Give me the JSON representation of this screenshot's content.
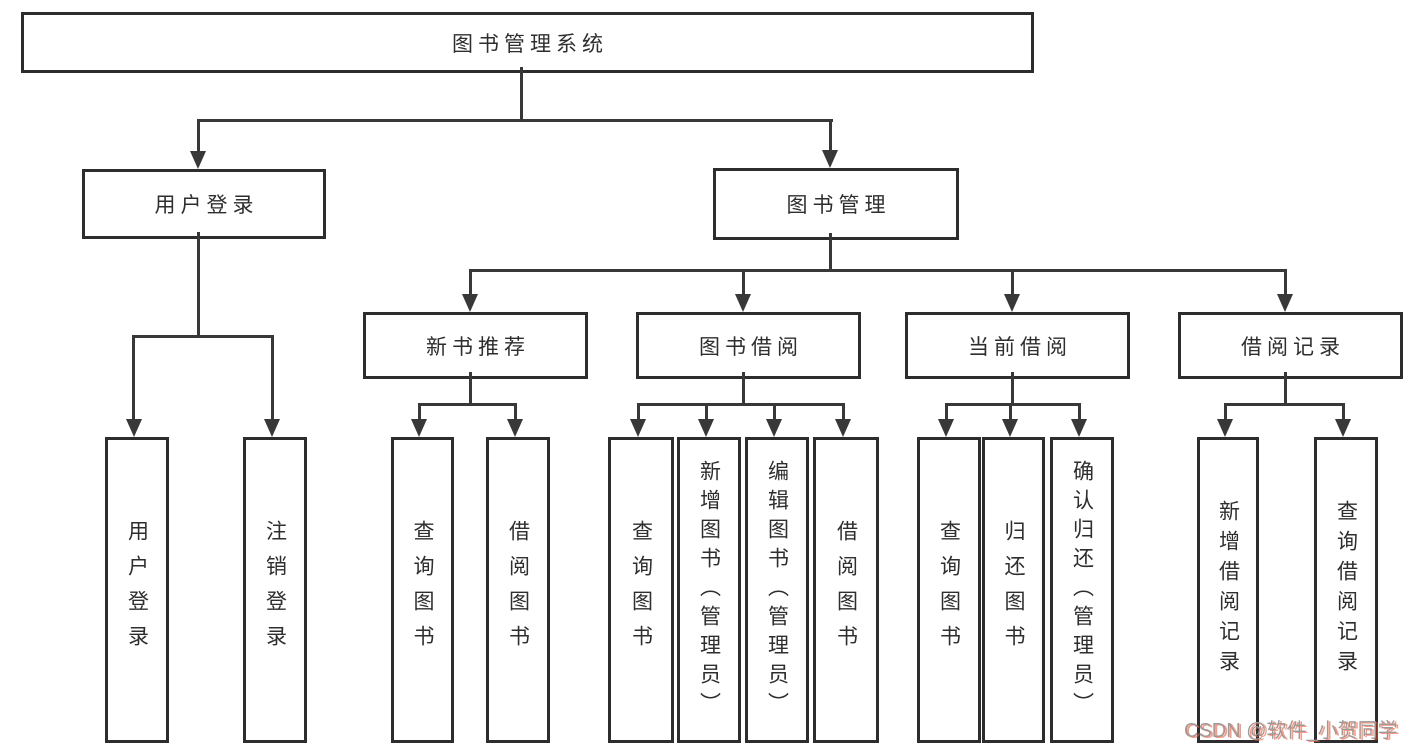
{
  "diagram": {
    "root": {
      "label": "图书管理系统"
    },
    "level2": {
      "user_login": {
        "label": "用户登录"
      },
      "book_management": {
        "label": "图书管理"
      }
    },
    "level3": {
      "new_book_recommend": {
        "label": "新书推荐"
      },
      "book_borrow": {
        "label": "图书借阅"
      },
      "current_borrow": {
        "label": "当前借阅"
      },
      "borrow_records": {
        "label": "借阅记录"
      }
    },
    "leaves": {
      "user_login": [
        {
          "label": "用户登录"
        },
        {
          "label": "注销登录"
        }
      ],
      "new_book_recommend": [
        {
          "label": "查询图书"
        },
        {
          "label": "借阅图书"
        }
      ],
      "book_borrow": [
        {
          "label": "查询图书"
        },
        {
          "label": "新增图书（管理员）"
        },
        {
          "label": "编辑图书（管理员）"
        },
        {
          "label": "借阅图书"
        }
      ],
      "current_borrow": [
        {
          "label": "查询图书"
        },
        {
          "label": "归还图书"
        },
        {
          "label": "确认归还（管理员）"
        }
      ],
      "borrow_records": [
        {
          "label": "新增借阅记录"
        },
        {
          "label": "查询借阅记录"
        }
      ]
    }
  },
  "watermark": {
    "text": "CSDN @软件_小贺同学"
  },
  "colors": {
    "line": "#383838",
    "border": "#2d2d2d",
    "text": "#2e2e2e",
    "background": "#ffffff",
    "watermark_gray": "#9b9b9b",
    "watermark_red": "#fc5531"
  }
}
